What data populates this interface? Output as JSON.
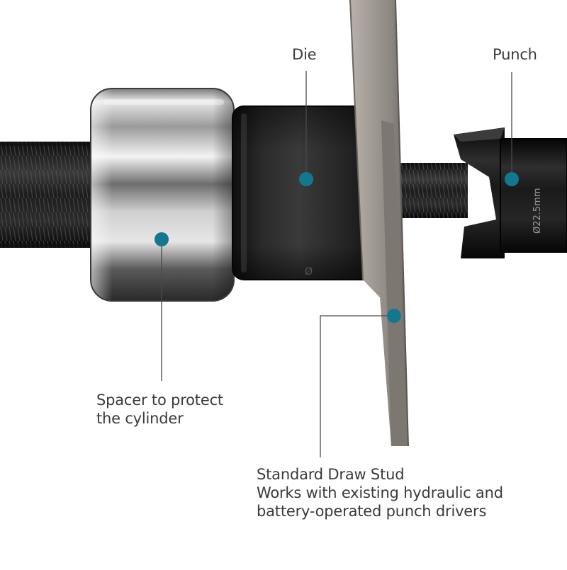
{
  "callouts": {
    "die": {
      "text": "Die"
    },
    "punch": {
      "text": "Punch"
    },
    "spacer": {
      "line1": "Spacer to protect",
      "line2": "the cylinder"
    },
    "draw_stud": {
      "line1": "Standard Draw Stud",
      "line2": "Works with existing hydraulic and",
      "line3": "battery-operated punch drivers"
    }
  },
  "engraving": {
    "punch_size": "Ø22.5mm",
    "die_mark": "Ø"
  },
  "colors": {
    "marker": "#13788f",
    "leader_line": "#4a4a4a",
    "label_text": "#3a3a3a",
    "background": "#ffffff"
  }
}
